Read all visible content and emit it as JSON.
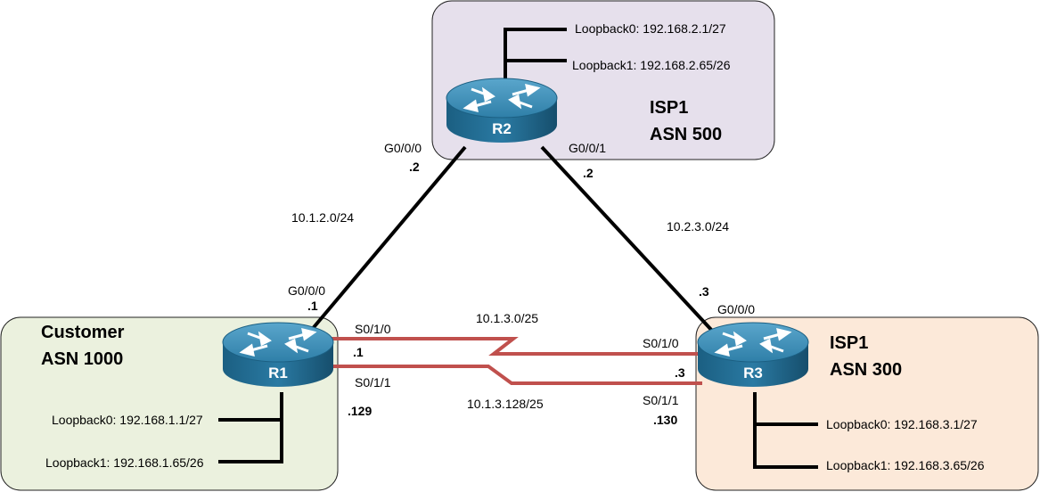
{
  "zones": {
    "isp1_top": {
      "name": "ISP1",
      "asn": "ASN 500",
      "fill": "#e6e0ec"
    },
    "customer": {
      "name": "Customer",
      "asn": "ASN 1000",
      "fill": "#ebf1de"
    },
    "isp1_right": {
      "name": "ISP1",
      "asn": "ASN 300",
      "fill": "#fce9d9"
    }
  },
  "routers": {
    "r1": {
      "label": "R1"
    },
    "r2": {
      "label": "R2"
    },
    "r3": {
      "label": "R3"
    }
  },
  "loopbacks": {
    "r2_lo0": "Loopback0: 192.168.2.1/27",
    "r2_lo1": "Loopback1: 192.168.2.65/26",
    "r1_lo0": "Loopback0: 192.168.1.1/27",
    "r1_lo1": "Loopback1: 192.168.1.65/26",
    "r3_lo0": "Loopback0: 192.168.3.1/27",
    "r3_lo1": "Loopback1: 192.168.3.65/26"
  },
  "links": {
    "r1_r2": {
      "network": "10.1.2.0/24",
      "r2_if": "G0/0/0",
      "r2_host": ".2",
      "r1_if": "G0/0/0",
      "r1_host": ".1"
    },
    "r2_r3": {
      "network": "10.2.3.0/24",
      "r2_if": "G0/0/1",
      "r2_host": ".2",
      "r3_if": "G0/0/0",
      "r3_host": ".3"
    },
    "r1_r3_s0": {
      "network": "10.1.3.0/25",
      "r1_if": "S0/1/0",
      "r1_host": ".1",
      "r3_if": "S0/1/0",
      "r3_host": ".3"
    },
    "r1_r3_s1": {
      "network": "10.1.3.128/25",
      "r1_if": "S0/1/1",
      "r1_host": ".129",
      "r3_if": "S0/1/1",
      "r3_host": ".130"
    }
  },
  "colors": {
    "router_body": "#1f6f97",
    "router_top": "#3f8fb8",
    "serial_link": "#c0504d",
    "ethernet_link": "#000000"
  }
}
